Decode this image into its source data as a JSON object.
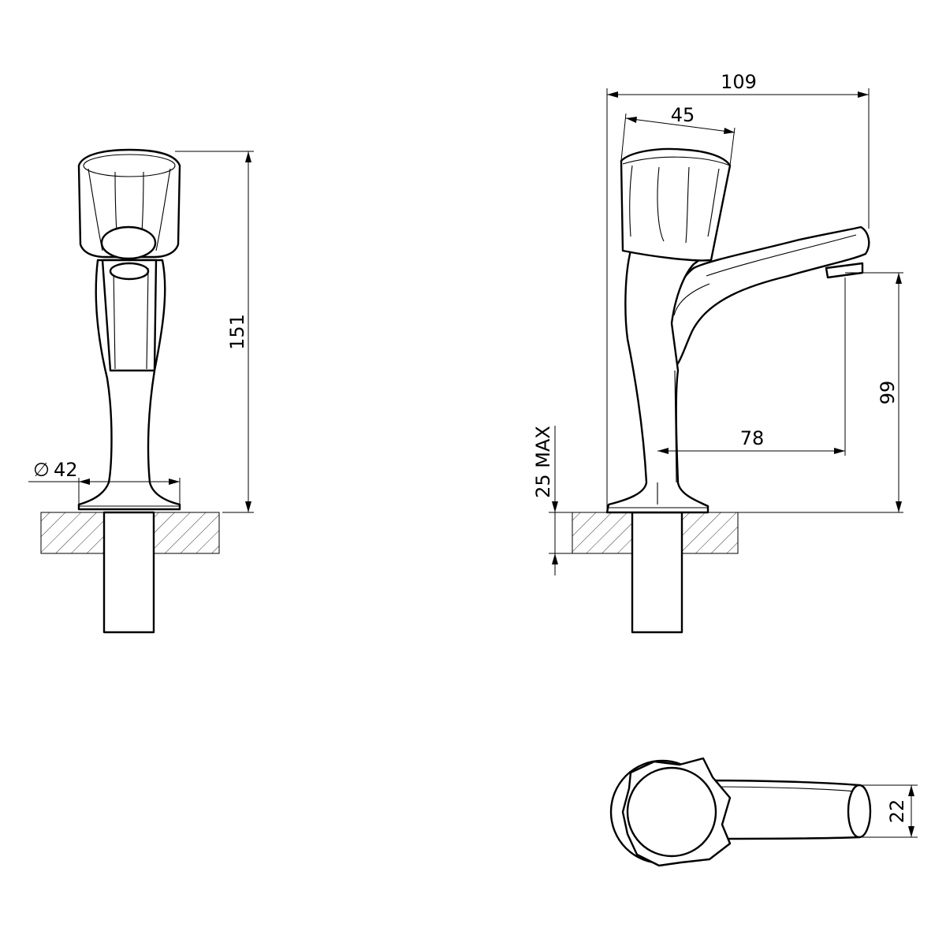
{
  "dimensions": {
    "overall_width": "109",
    "handle_width": "45",
    "overall_height": "151",
    "base_diameter": "42",
    "diameter_symbol": "∅",
    "spout_height": "99",
    "spout_reach": "78",
    "max_deck_thickness": "25 MAX",
    "spout_outlet_width": "22"
  }
}
